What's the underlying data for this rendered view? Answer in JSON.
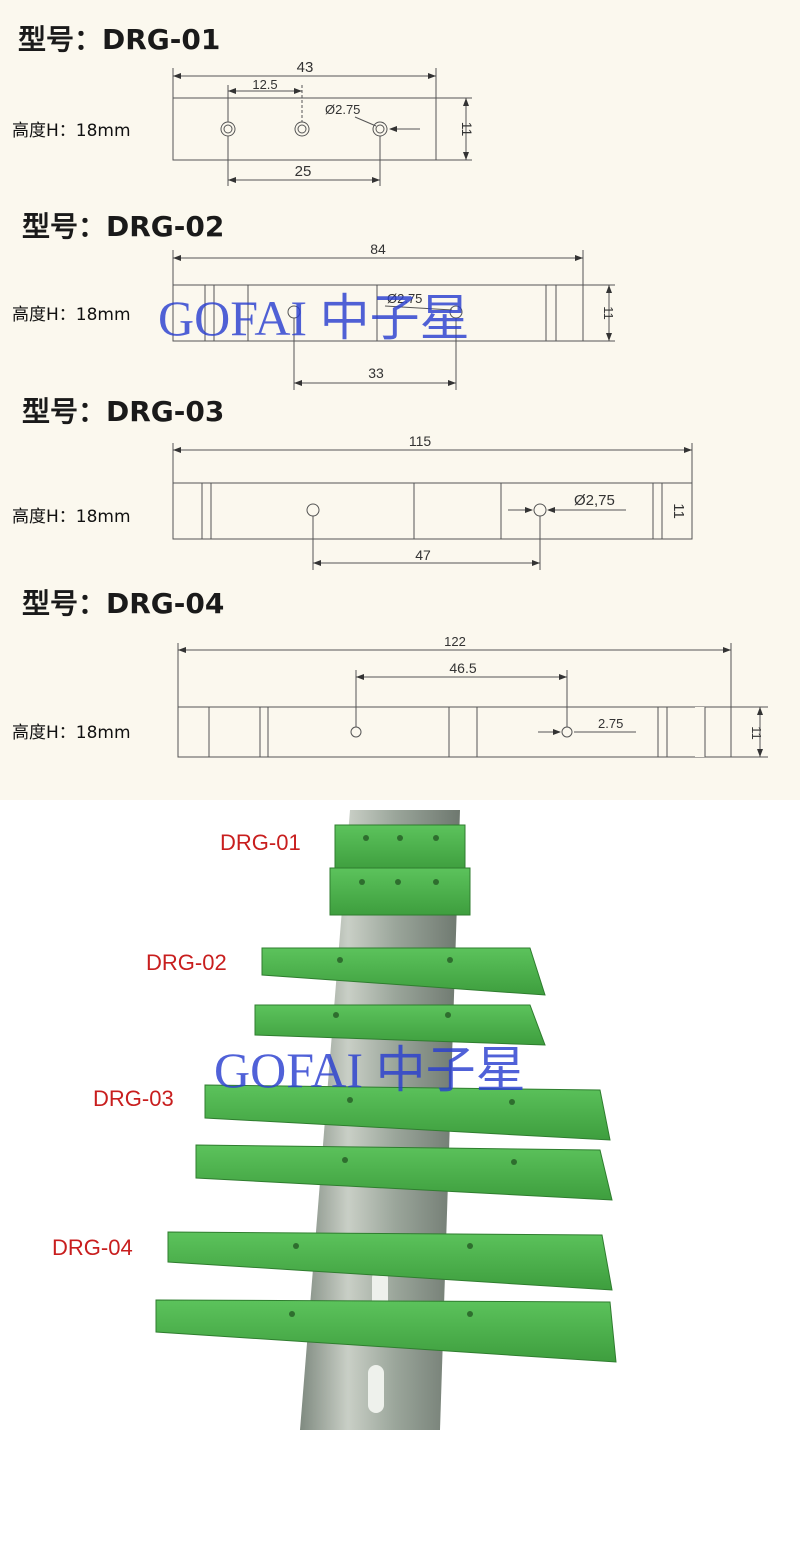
{
  "watermark": "GOFAI 中子星",
  "colors": {
    "background": "#fbf8ee",
    "line": "#555555",
    "plastic": "#4cb04c",
    "rail": "#a7b0a6",
    "label_red": "#c81e1e",
    "watermark": "#2a3fd0"
  },
  "models": [
    {
      "title": "型号：DRG-01",
      "height_label": "高度H：18mm",
      "length": "43",
      "hole_pitch": "25",
      "half_pitch": "12.5",
      "hole_dia": "Ø2.75",
      "width": "11"
    },
    {
      "title": "型号：DRG-02",
      "height_label": "高度H：18mm",
      "length": "84",
      "hole_pitch": "33",
      "hole_dia": "Ø2.75",
      "width": "11"
    },
    {
      "title": "型号：DRG-03",
      "height_label": "高度H：18mm",
      "length": "115",
      "hole_pitch": "47",
      "hole_dia": "Ø2,75",
      "width": "11"
    },
    {
      "title": "型号：DRG-04",
      "height_label": "高度H：18mm",
      "length": "122",
      "hole_pitch": "46.5",
      "hole_dia": "2.75",
      "width": "11"
    }
  ],
  "photo_labels": [
    "DRG-01",
    "DRG-02",
    "DRG-03",
    "DRG-04"
  ]
}
